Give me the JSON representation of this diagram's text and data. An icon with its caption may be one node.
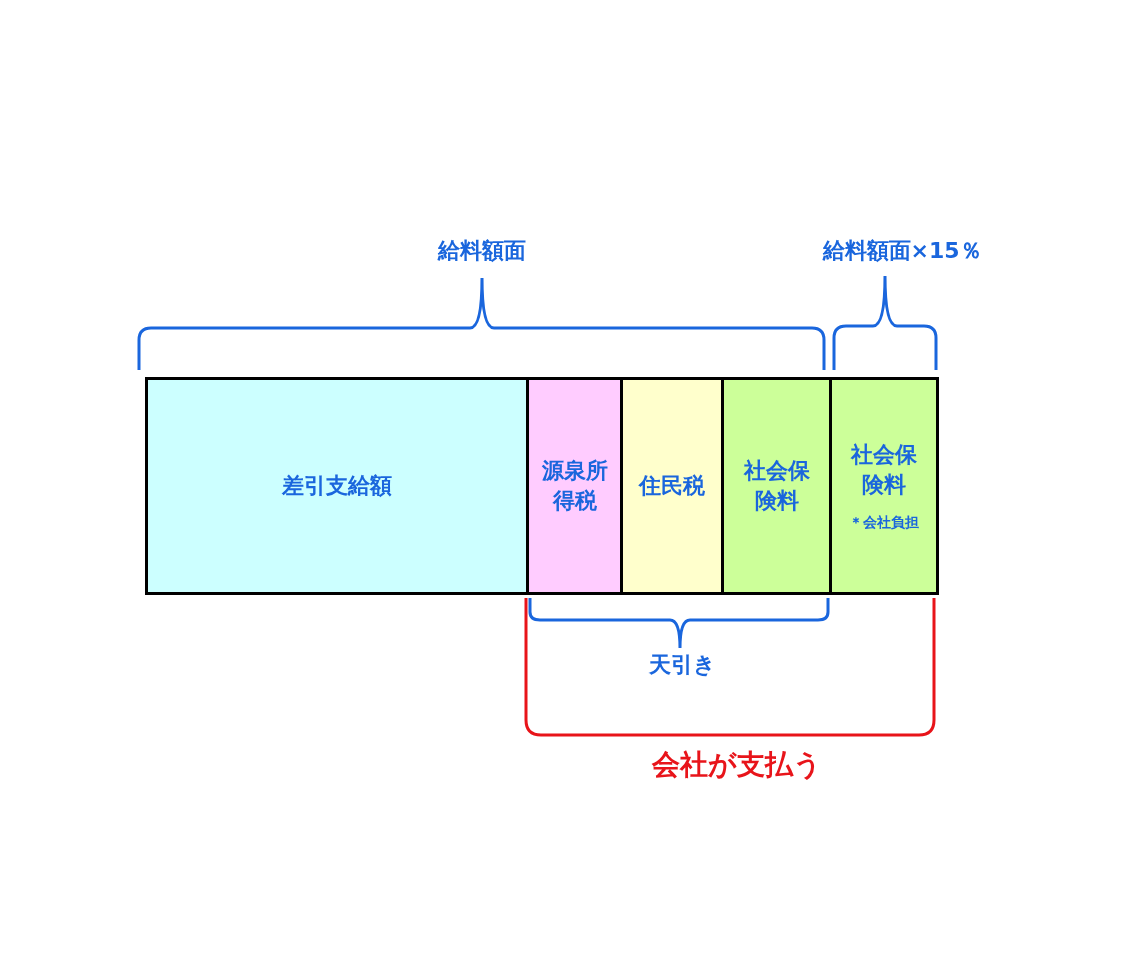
{
  "diagram": {
    "nodes": [
      {
        "text": [
          "差引支給額"
        ]
      },
      {
        "text": [
          "源泉所得税"
        ]
      },
      {
        "text": [
          "住民税"
        ]
      },
      {
        "text": [
          "社会保険料"
        ]
      },
      {
        "text": [
          "社会保険料",
          "＊会社負担"
        ]
      }
    ],
    "labels": [
      "給料額面",
      "給料額面×15％",
      "天引き",
      "会社が支払う"
    ]
  }
}
